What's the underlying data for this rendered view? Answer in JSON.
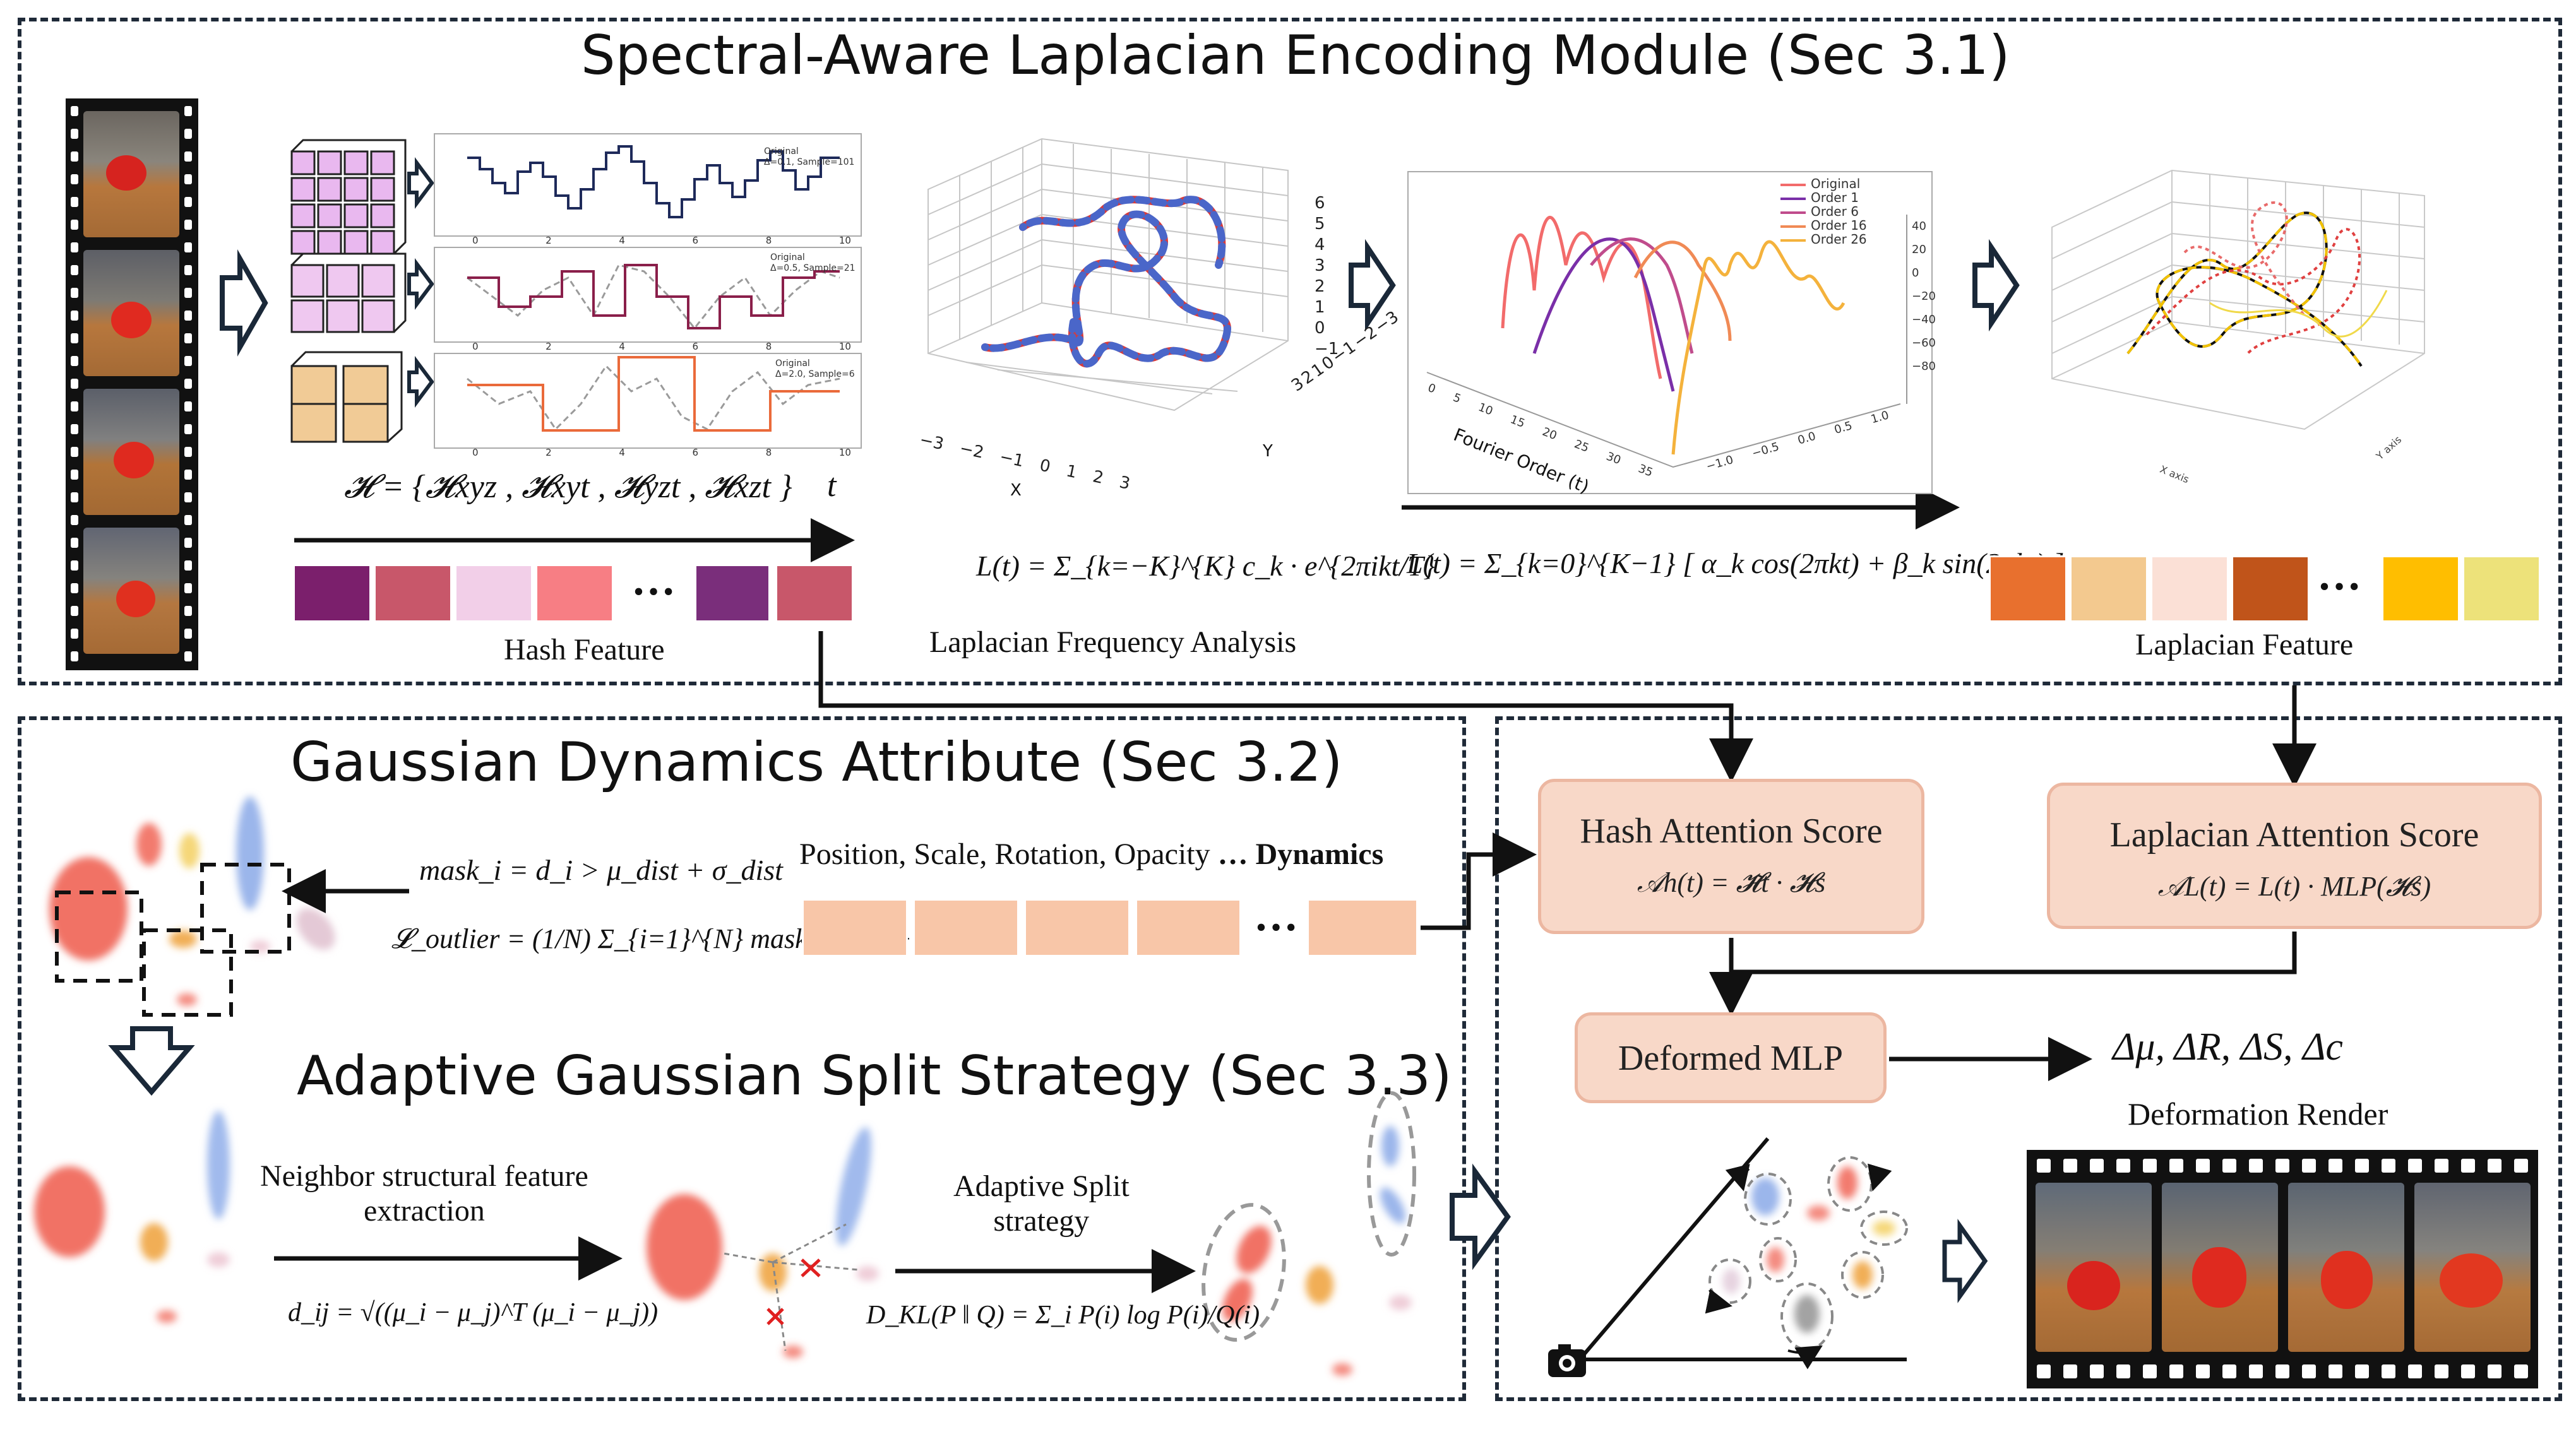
{
  "sections": {
    "laplacian": {
      "title": "Spectral-Aware Laplacian Encoding Module (Sec 3.1)"
    },
    "dynamics": {
      "title": "Gaussian Dynamics Attribute (Sec 3.2)"
    },
    "split": {
      "title": "Adaptive Gaussian Split Strategy (Sec 3.3)"
    }
  },
  "hash": {
    "formula": "𝓗 = {𝓗xyz , 𝓗xyt , 𝓗yzt , 𝓗xzt }",
    "t_label": "t",
    "caption": "Hash Feature",
    "swatches": [
      "#7b1f6c",
      "#c8576a",
      "#f2cfe8",
      "#f77e84",
      "#7a2e7b",
      "#c8576a"
    ],
    "plot_legends": [
      [
        "Original",
        "Δ=0.1, Sample=101"
      ],
      [
        "Original",
        "Δ=0.5, Sample=21"
      ],
      [
        "Original",
        "Δ=2.0, Sample=6"
      ]
    ],
    "plot_ticks": [
      "0",
      "2",
      "4",
      "6",
      "8",
      "10"
    ]
  },
  "laplacian_analysis": {
    "formula": "L(t) = Σ_{k=−K}^{K} c_k · e^{2πikt/T}",
    "caption": "Laplacian Frequency Analysis",
    "z_ticks": [
      "6",
      "5",
      "4",
      "3",
      "2",
      "1",
      "0",
      "−1"
    ],
    "x_ticks": [
      "−3",
      "−2",
      "−1",
      "0",
      "1",
      "2",
      "3"
    ],
    "y_ticks": [
      "3",
      "2",
      "1",
      "0",
      "−1",
      "−2",
      "−3"
    ],
    "x_axis": "X",
    "y_axis": "Y"
  },
  "fourier": {
    "formula": "L(t) = Σ_{k=0}^{K−1} [ α_k cos(2πkt) + β_k sin(2πkt) ]",
    "legend": [
      "Original",
      "Order 1",
      "Order 6",
      "Order 16",
      "Order 26"
    ],
    "legend_colors": [
      "#f26b6b",
      "#7a2fa8",
      "#c04c8c",
      "#f08a55",
      "#f4b23c"
    ],
    "axis_label": "Fourier Order (t)",
    "x_ticks": [
      "0",
      "5",
      "10",
      "15",
      "20",
      "25",
      "30",
      "35"
    ],
    "z_ticks": [
      "40",
      "20",
      "0",
      "−20",
      "−40",
      "−60",
      "−80"
    ],
    "y_ticks": [
      "−1.0",
      "−0.5",
      "0.0",
      "0.5",
      "1.0"
    ]
  },
  "laplacian_feature": {
    "caption": "Laplacian Feature",
    "swatches": [
      "#e8702e",
      "#f3c98f",
      "#fbe0d6",
      "#c0541a",
      "#ffbe00",
      "#ede27a"
    ],
    "x_axis": "X axis",
    "y_axis": "Y axis"
  },
  "dynamics": {
    "mask_formula": "mask_i = d_i > μ_dist + σ_dist",
    "outlier_formula": "𝓛_outlier = (1/N) Σ_{i=1}^{N} mask_i ‖ d_i − d̃ ‖²₂",
    "attributes": "Position, Scale, Rotation, Opacity",
    "attributes_dots": " … ",
    "attributes_tail": "Dynamics"
  },
  "split": {
    "neighbor_label_line1": "Neighbor structural feature",
    "neighbor_label_line2": "extraction",
    "distance_formula": "d_ij = √((μ_i − μ_j)^T (μ_i − μ_j))",
    "adaptive_label_line1": "Adaptive Split",
    "adaptive_label_line2": "strategy",
    "kl_formula": "D_KL(P ‖ Q) = Σ_i P(i) log P(i)/Q(i)"
  },
  "attention": {
    "hash_title": "Hash Attention Score",
    "hash_formula": "𝒜h(t) = 𝓗̃t · 𝓗s",
    "lap_title": "Laplacian Attention Score",
    "lap_formula": "𝒜L(t) = L(t) · MLP(𝓗s)",
    "mlp_title": "Deformed MLP",
    "outputs": "Δμ,  ΔR,  ΔS,  Δc",
    "render_caption": "Deformation Render"
  },
  "dots": "…"
}
